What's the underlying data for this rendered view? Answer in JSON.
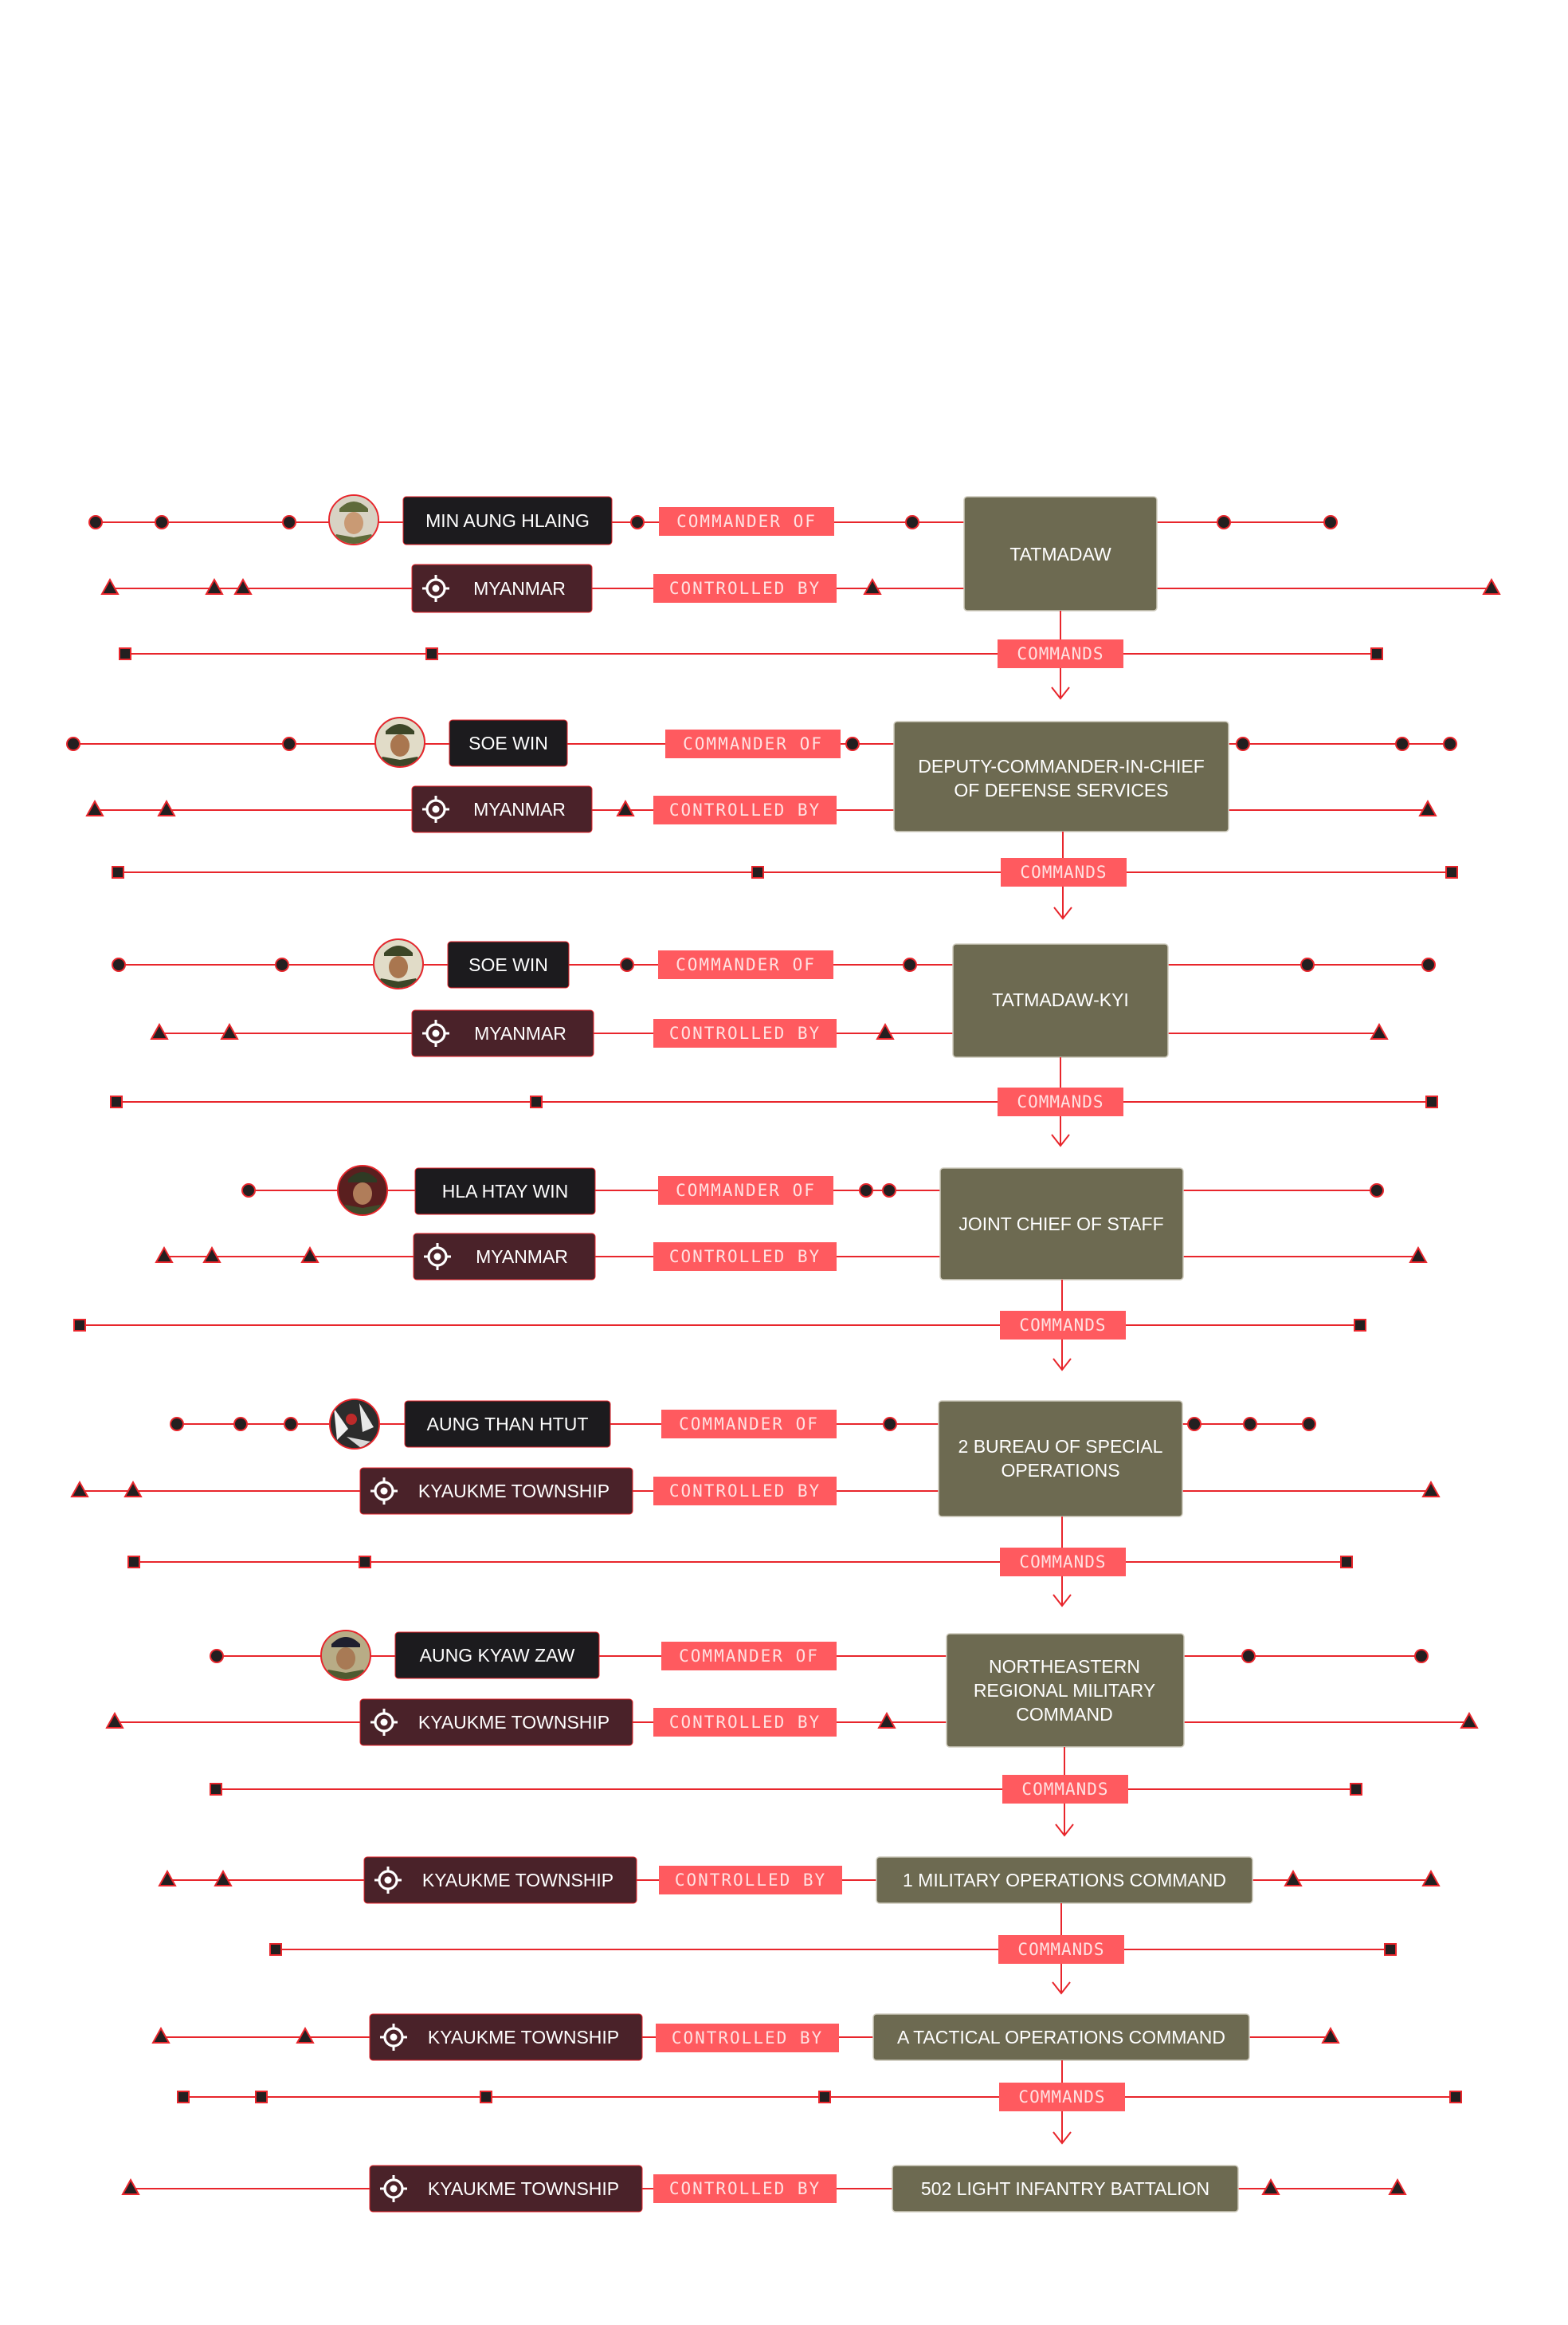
{
  "colors": {
    "line": "#e8262c",
    "unit": "#6d6a51",
    "person": "#1c1b1e",
    "location": "#4a2229",
    "relation": "#ff5a5f",
    "relation_text": "#ffe1e1",
    "marker": "#231f20"
  },
  "rows": [
    {
      "person": "MIN AUNG HLAING",
      "location": "MYANMAR",
      "unit": "TATMADAW",
      "commander_label": "COMMANDER OF",
      "controlled_label": "CONTROLLED BY",
      "commands_label": "COMMANDS"
    },
    {
      "person": "SOE WIN",
      "location": "MYANMAR",
      "unit_lines": [
        "DEPUTY-COMMANDER-IN-CHIEF",
        "OF DEFENSE SERVICES"
      ],
      "commander_label": "COMMANDER OF",
      "controlled_label": "CONTROLLED BY",
      "commands_label": "COMMANDS"
    },
    {
      "person": "SOE WIN",
      "location": "MYANMAR",
      "unit": "TATMADAW-KYI",
      "commander_label": "COMMANDER OF",
      "controlled_label": "CONTROLLED BY",
      "commands_label": "COMMANDS"
    },
    {
      "person": "HLA HTAY WIN",
      "location": "MYANMAR",
      "unit": "JOINT CHIEF OF STAFF",
      "commander_label": "COMMANDER OF",
      "controlled_label": "CONTROLLED BY",
      "commands_label": "COMMANDS"
    },
    {
      "person": "AUNG THAN HTUT",
      "location": "KYAUKME TOWNSHIP",
      "unit_lines": [
        "2 BUREAU OF SPECIAL",
        "OPERATIONS"
      ],
      "commander_label": "COMMANDER OF",
      "controlled_label": "CONTROLLED BY",
      "commands_label": "COMMANDS"
    },
    {
      "person": "AUNG KYAW ZAW",
      "location": "KYAUKME TOWNSHIP",
      "unit_lines": [
        "NORTHEASTERN",
        "REGIONAL MILITARY",
        "COMMAND"
      ],
      "commander_label": "COMMANDER OF",
      "controlled_label": "CONTROLLED BY",
      "commands_label": "COMMANDS"
    },
    {
      "location": "KYAUKME TOWNSHIP",
      "unit": "1 MILITARY OPERATIONS COMMAND",
      "controlled_label": "CONTROLLED BY",
      "commands_label": "COMMANDS"
    },
    {
      "location": "KYAUKME TOWNSHIP",
      "unit": "A TACTICAL OPERATIONS COMMAND",
      "controlled_label": "CONTROLLED BY",
      "commands_label": "COMMANDS"
    },
    {
      "location": "KYAUKME TOWNSHIP",
      "unit": "502 LIGHT INFANTRY BATTALION",
      "controlled_label": "CONTROLLED BY"
    }
  ]
}
